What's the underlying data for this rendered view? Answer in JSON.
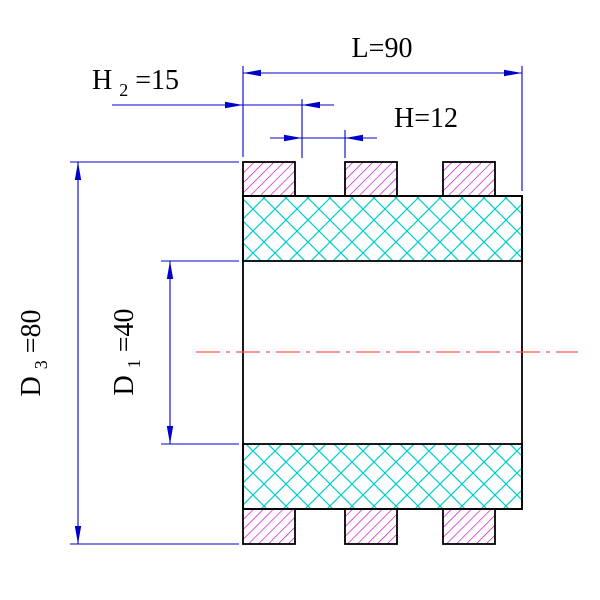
{
  "dimensions": {
    "L": {
      "text": "L=90"
    },
    "H2": {
      "base": "H",
      "sub": "2",
      "rest": "=15"
    },
    "H": {
      "text": "H=12"
    },
    "D3": {
      "base": "D",
      "sub": "3",
      "rest": "=80"
    },
    "D1": {
      "base": "D",
      "sub": "1",
      "rest": "=40"
    }
  },
  "colors": {
    "background": "#ffffff",
    "outline": "#000000",
    "dimension": "#0000cc",
    "centerline": "#ff5555",
    "hatch_magenta": "#cc00cc",
    "hatch_cyan": "#00cccc"
  }
}
